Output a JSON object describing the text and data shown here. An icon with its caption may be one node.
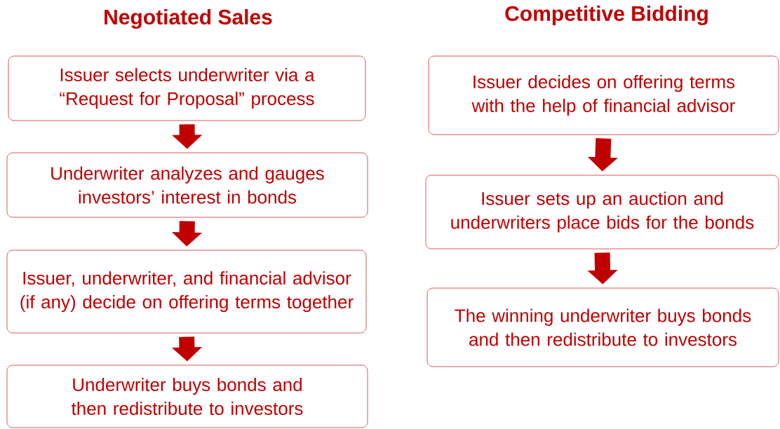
{
  "diagram": {
    "nodes": [
      {
        "text": [
          "Negotiated Sales"
        ]
      },
      {
        "text": [
          "Issuer selects underwriter via a “Request for Proposal” process"
        ]
      },
      {
        "text": [
          "Underwriter analyzes and gauges investors’ interest in bonds"
        ]
      },
      {
        "text": [
          "Issuer, underwriter, and financial advisor (if any) decide on offering terms together"
        ]
      },
      {
        "text": [
          "Underwriter buys bonds and then redistribute to investors"
        ]
      },
      {
        "text": [
          "Competitive Bidding"
        ]
      },
      {
        "text": [
          "Issuer decides on offering terms with the help of financial advisor"
        ]
      },
      {
        "text": [
          "Issuer sets up an auction and underwriters place bids  for the bonds"
        ]
      },
      {
        "text": [
          "The winning underwriter buys bonds and then redistribute to investors"
        ]
      }
    ],
    "edges": [
      {
        "from": 1,
        "to": 2,
        "arrow": "to"
      },
      {
        "from": 2,
        "to": 3,
        "arrow": "to"
      },
      {
        "from": 3,
        "to": 4,
        "arrow": "to"
      },
      {
        "from": 6,
        "to": 7,
        "arrow": "to"
      },
      {
        "from": 7,
        "to": 8,
        "arrow": "to"
      }
    ]
  }
}
